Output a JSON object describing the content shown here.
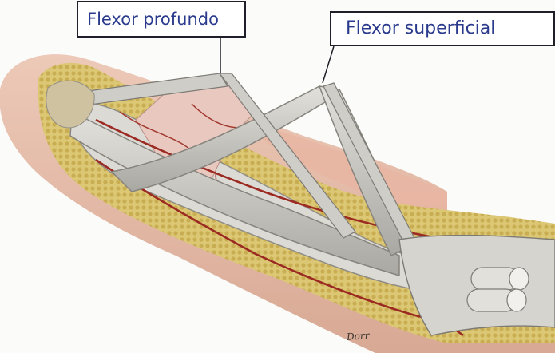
{
  "labels": {
    "flexor_profundo": "Flexor profundo",
    "flexor_superficial": "Flexor superficial"
  },
  "signature": "Dorr",
  "colors": {
    "label_text": "#2a3a8c",
    "label_border": "#1f1f2a",
    "skin": "#e2b9a6",
    "fat": "#d9c36b",
    "tendon": "#c9c8c2",
    "vessel": "#9b2a22"
  }
}
